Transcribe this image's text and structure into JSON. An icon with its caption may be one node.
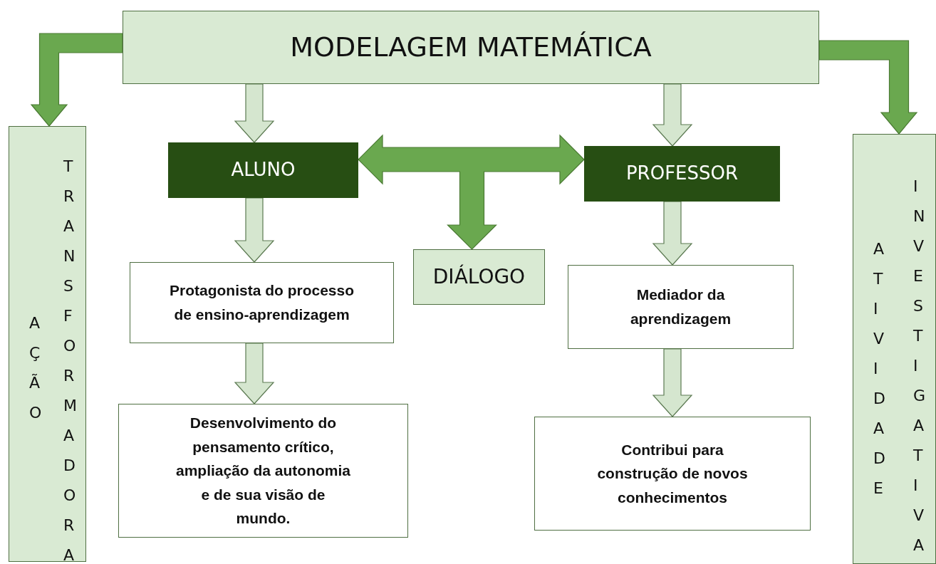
{
  "diagram": {
    "nodes": [
      {
        "text": [
          "MODELAGEM MATEMÁTICA"
        ]
      },
      {
        "text": [
          "AÇÃO",
          "TRANSFORMADORA"
        ]
      },
      {
        "text": [
          "ALUNO"
        ]
      },
      {
        "text": [
          "PROFESSOR"
        ]
      },
      {
        "text": [
          "DIÁLOGO"
        ]
      },
      {
        "text": [
          "Protagonista do processo de ensino-aprendizagem"
        ]
      },
      {
        "text": [
          "Mediador da aprendizagem"
        ]
      },
      {
        "text": [
          "Desenvolvimento do pensamento crítico, ampliação da autonomia e de sua visão de mundo."
        ]
      },
      {
        "text": [
          "Contribui para construção de novos conhecimentos"
        ]
      },
      {
        "text": [
          "ATIVIDADE",
          "INVESTIGATIVA"
        ]
      }
    ],
    "edges": [
      {
        "from": 0,
        "to": 1,
        "arrow": "to",
        "style": "thick",
        "color": "#6aa84f"
      },
      {
        "from": 0,
        "to": 9,
        "arrow": "to",
        "style": "thick",
        "color": "#6aa84f"
      },
      {
        "from": 0,
        "to": 2,
        "arrow": "to"
      },
      {
        "from": 0,
        "to": 3,
        "arrow": "to"
      },
      {
        "from": 2,
        "to": 3,
        "arrow": "both",
        "style": "thick",
        "color": "#6aa84f"
      },
      {
        "from": 2,
        "to": 4,
        "arrow": "both",
        "style": "thick",
        "color": "#6aa84f"
      },
      {
        "from": 3,
        "to": 4,
        "arrow": "both",
        "style": "thick",
        "color": "#6aa84f"
      },
      {
        "from": 2,
        "to": 5,
        "arrow": "to"
      },
      {
        "from": 3,
        "to": 6,
        "arrow": "to"
      },
      {
        "from": 5,
        "to": 7,
        "arrow": "to"
      },
      {
        "from": 6,
        "to": 8,
        "arrow": "to"
      }
    ]
  }
}
